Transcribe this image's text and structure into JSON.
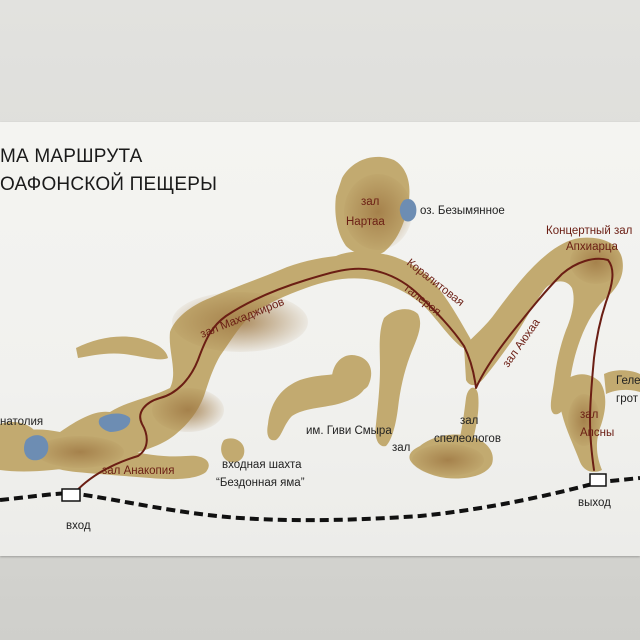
{
  "title": {
    "line1": "МА МАРШРУТА",
    "line2": "ОАФОНСКОЙ ПЕЩЕРЫ"
  },
  "labels": {
    "nartaa_1": "зал",
    "nartaa_2": "Нартаа",
    "lake": "оз. Безымянное",
    "concert_1": "Концертный зал",
    "concert_2": "Апхиарца",
    "coral_1": "Коралитовая",
    "coral_2": "галерея",
    "makhadzhirov": "зал Махаджиров",
    "ayukhaa": "зал Аюхаа",
    "anatolia": "натолия",
    "givi": "им. Гиви Смыра",
    "zal_small": "зал",
    "speleo_1": "зал",
    "speleo_2": "спелеологов",
    "apsny_1": "зал",
    "apsny_2": "Апсны",
    "gele_1": "Геле",
    "gele_2": "грот",
    "anakopia": "зал Анакопия",
    "shaft_1": "входная шахта",
    "shaft_2": "“Бездонная яма”",
    "entrance": "вход",
    "exit": "выход"
  },
  "colors": {
    "cave": "#c2aa70",
    "cave_dark": "#a8864d",
    "route": "#6b1e14",
    "lake": "#6d8db3",
    "text_brown": "#6b1e14",
    "text_dark": "#222222"
  },
  "icons": {
    "route": "solid-route-line",
    "train": "dashed-railway-line",
    "station": "station-marker-square"
  }
}
